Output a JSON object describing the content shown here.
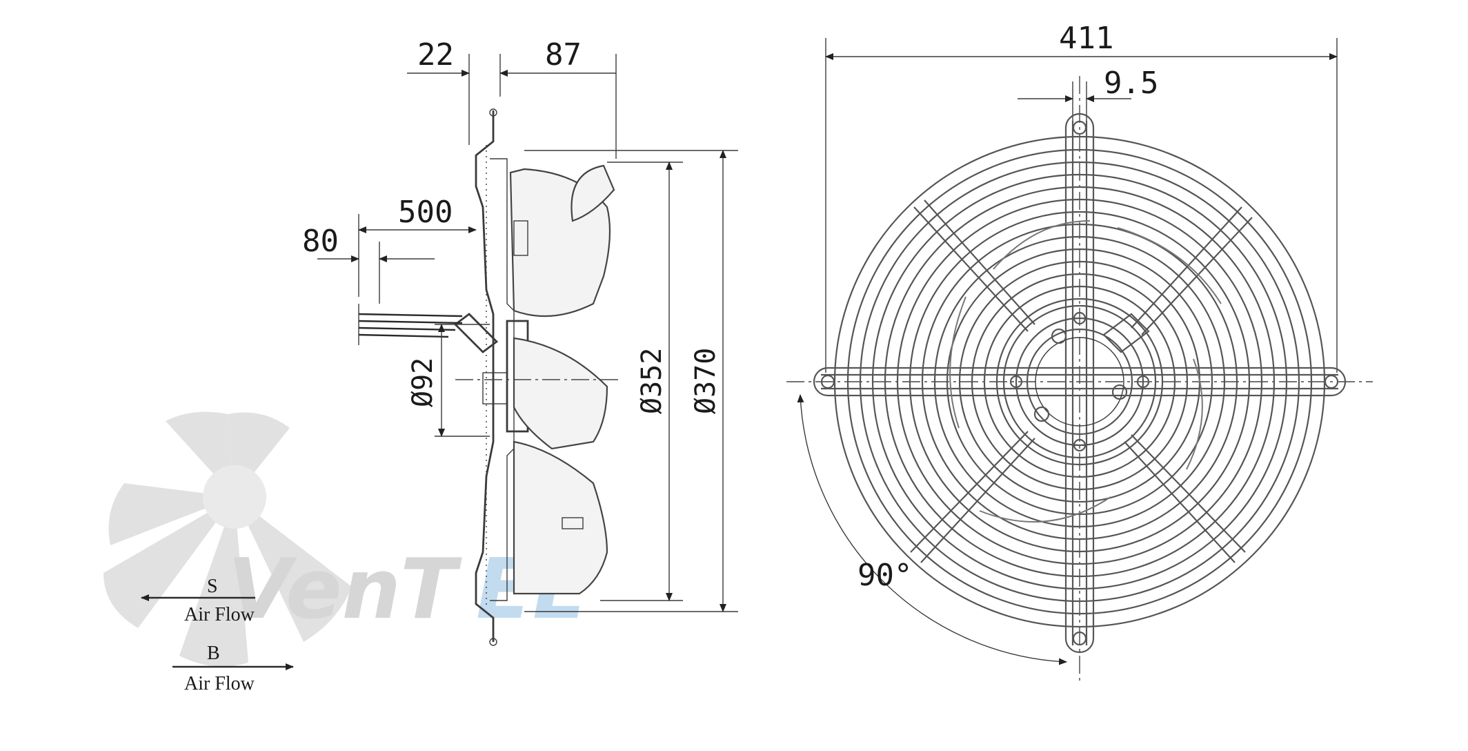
{
  "watermark": {
    "text_left": "Ven",
    "text_mid": "T",
    "text_right": "EL",
    "gray": "#d2d2d2",
    "blue": "#bcd8ee"
  },
  "side_view": {
    "dim_22": "22",
    "dim_87": "87",
    "dim_500": "500",
    "dim_80": "80",
    "dim_d92": "Ø92",
    "dim_d352": "Ø352",
    "dim_d370": "Ø370"
  },
  "front_view": {
    "dim_411": "411",
    "dim_9_5": "9.5",
    "angle_90": "90°"
  },
  "legend": {
    "s_label": "S",
    "s_text": "Air Flow",
    "b_label": "B",
    "b_text": "Air Flow"
  }
}
